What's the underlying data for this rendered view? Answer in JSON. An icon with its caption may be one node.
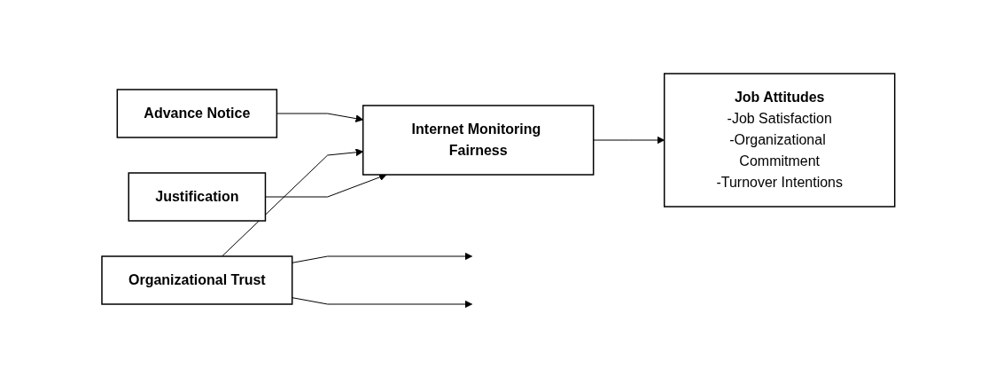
{
  "diagram": {
    "nodes": [
      {
        "text": [
          "Advance Notice"
        ]
      },
      {
        "text": [
          "Organizational Trust"
        ]
      },
      {
        "text": [
          "Justification"
        ]
      },
      {
        "text": [
          "Internet Monitoring Fairness"
        ]
      },
      {
        "text": [
          "Job Attitudes",
          "-Job Satisfaction",
          "-Organizational Commitment",
          "-Turnover Intentions"
        ]
      }
    ],
    "edges": [
      {
        "from": 0,
        "to": 3,
        "arrow": "to"
      },
      {
        "from": 1,
        "to": null,
        "arrow": "to"
      },
      {
        "from": 1,
        "to": 3,
        "arrow": "to"
      },
      {
        "from": 1,
        "to": null,
        "arrow": "to"
      },
      {
        "from": 2,
        "to": 3,
        "arrow": "to"
      },
      {
        "from": 3,
        "to": 4,
        "arrow": "to"
      }
    ]
  }
}
